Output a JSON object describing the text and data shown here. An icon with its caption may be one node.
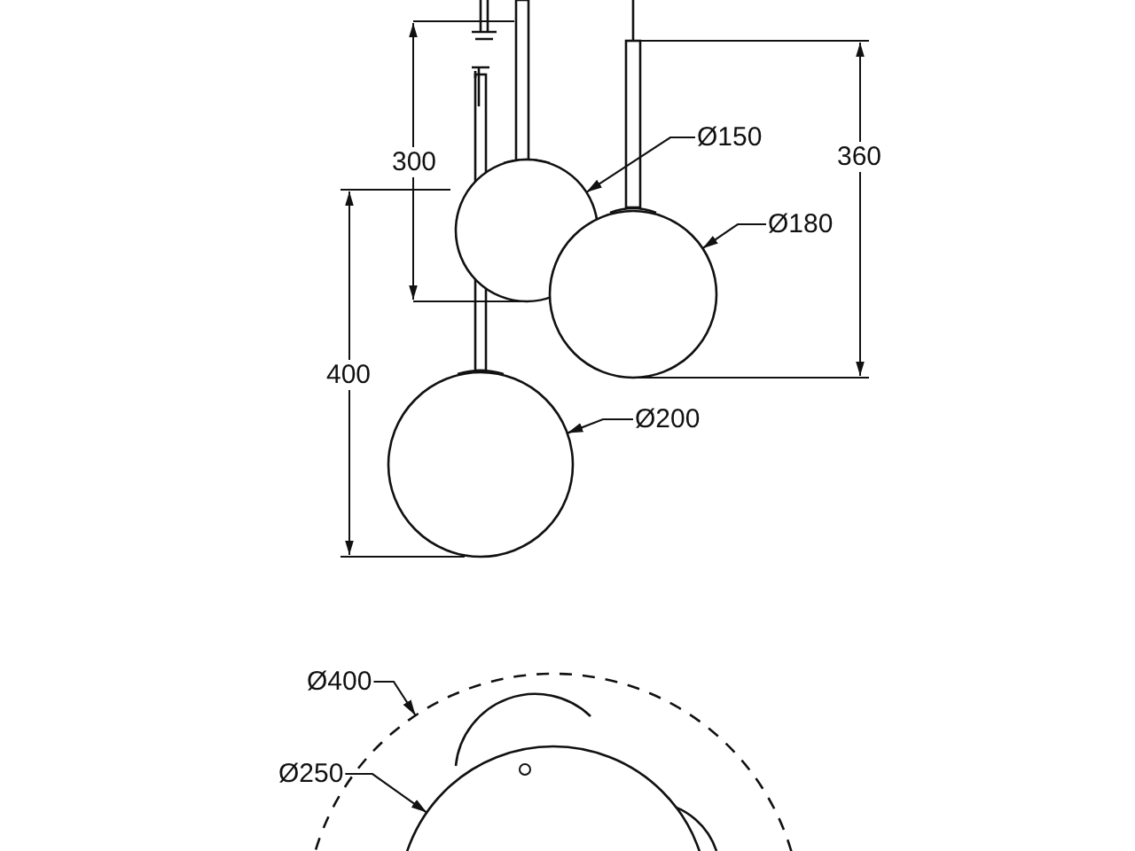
{
  "diagram": {
    "nodes": [
      {
        "text": [
          "Ø150"
        ]
      },
      {
        "text": [],
        "shape": "circle"
      },
      {
        "text": [
          "Ø180"
        ]
      },
      {
        "text": [],
        "shape": "circle"
      },
      {
        "text": [
          "Ø200"
        ]
      },
      {
        "text": [],
        "shape": "circle"
      },
      {
        "text": [
          "Ø400"
        ]
      },
      {
        "text": [],
        "shape": "circle"
      },
      {
        "text": [
          "Ø250"
        ]
      },
      {
        "text": [],
        "shape": "circle",
        "in": 7
      }
    ],
    "edges": [
      {
        "from": 0,
        "to": 1,
        "arrow": "to"
      },
      {
        "from": 2,
        "to": 3,
        "arrow": "to"
      },
      {
        "from": 4,
        "to": 5,
        "arrow": "to"
      },
      {
        "from": 6,
        "to": 7,
        "arrow": "to"
      },
      {
        "from": 8,
        "to": 9,
        "arrow": "to"
      }
    ],
    "labels": [
      "300",
      "360",
      "400"
    ]
  }
}
